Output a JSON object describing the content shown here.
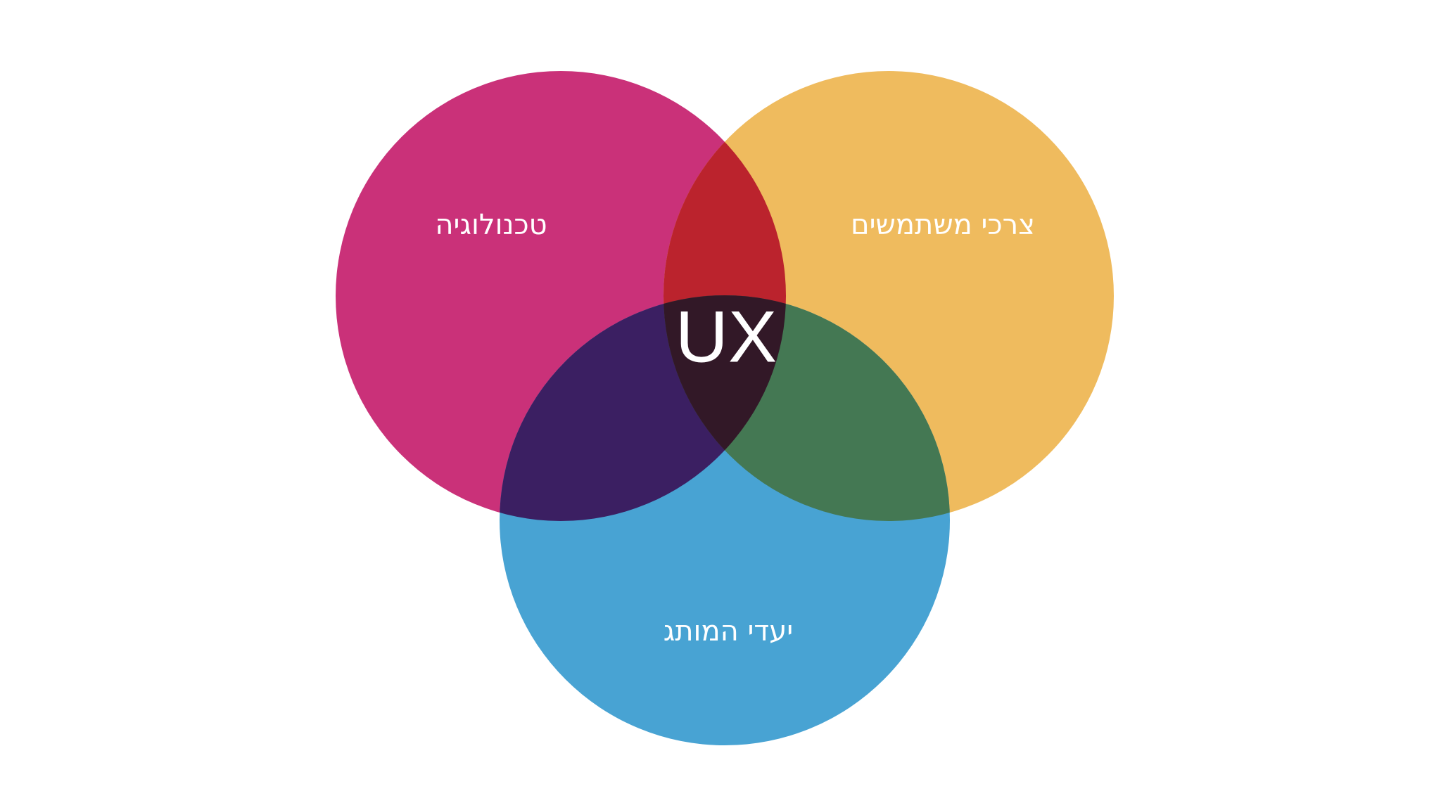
{
  "diagram": {
    "circles": [
      {
        "id": "technology",
        "label": "טכנולוגיה",
        "color": "#CA3179"
      },
      {
        "id": "user-needs",
        "label": "צרכי משתמשים",
        "color": "#EFBB5E"
      },
      {
        "id": "brand-goals",
        "label": "יעדי המותג",
        "color": "#48A3D3"
      }
    ],
    "overlaps": {
      "technology_user_needs": "#BB232D",
      "technology_brand_goals": "#3B1F62",
      "user_needs_brand_goals": "#447853",
      "all_three": "#321827"
    },
    "center_label": "UX",
    "background": "#FFFFFF"
  }
}
